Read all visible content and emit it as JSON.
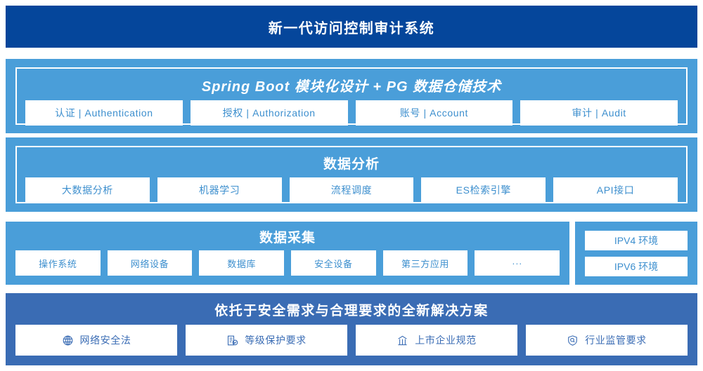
{
  "header": {
    "title": "新一代访问控制审计系统"
  },
  "sections": {
    "springboot": {
      "title": "Spring Boot 模块化设计 + PG 数据仓储技术",
      "cards": [
        "认证 | Authentication",
        "授权 | Authorization",
        "账号 | Account",
        "审计 | Audit"
      ]
    },
    "analysis": {
      "title": "数据分析",
      "cards": [
        "大数据分析",
        "机器学习",
        "流程调度",
        "ES检索引擎",
        "API接口"
      ]
    },
    "collect": {
      "title": "数据采集",
      "cards": [
        "操作系统",
        "网络设备",
        "数据库",
        "安全设备",
        "第三方应用",
        "···"
      ]
    },
    "ipenv": {
      "cards": [
        "IPV4 环境",
        "IPV6 环境"
      ]
    },
    "compliance": {
      "title": "依托于安全需求与合理要求的全新解决方案",
      "cards": [
        {
          "label": "网络安全法",
          "icon": "globe-icon"
        },
        {
          "label": "等级保护要求",
          "icon": "document-check-icon"
        },
        {
          "label": "上市企业规范",
          "icon": "bank-icon"
        },
        {
          "label": "行业监管要求",
          "icon": "shield-search-icon"
        }
      ]
    }
  },
  "colors": {
    "header_bg": "#05469b",
    "band_bg": "#4a9ed9",
    "compliance_bg": "#3a6cb4",
    "card_bg": "#ffffff",
    "card_text": "#3d8fce",
    "compliance_card_text": "#3a6cb4"
  }
}
